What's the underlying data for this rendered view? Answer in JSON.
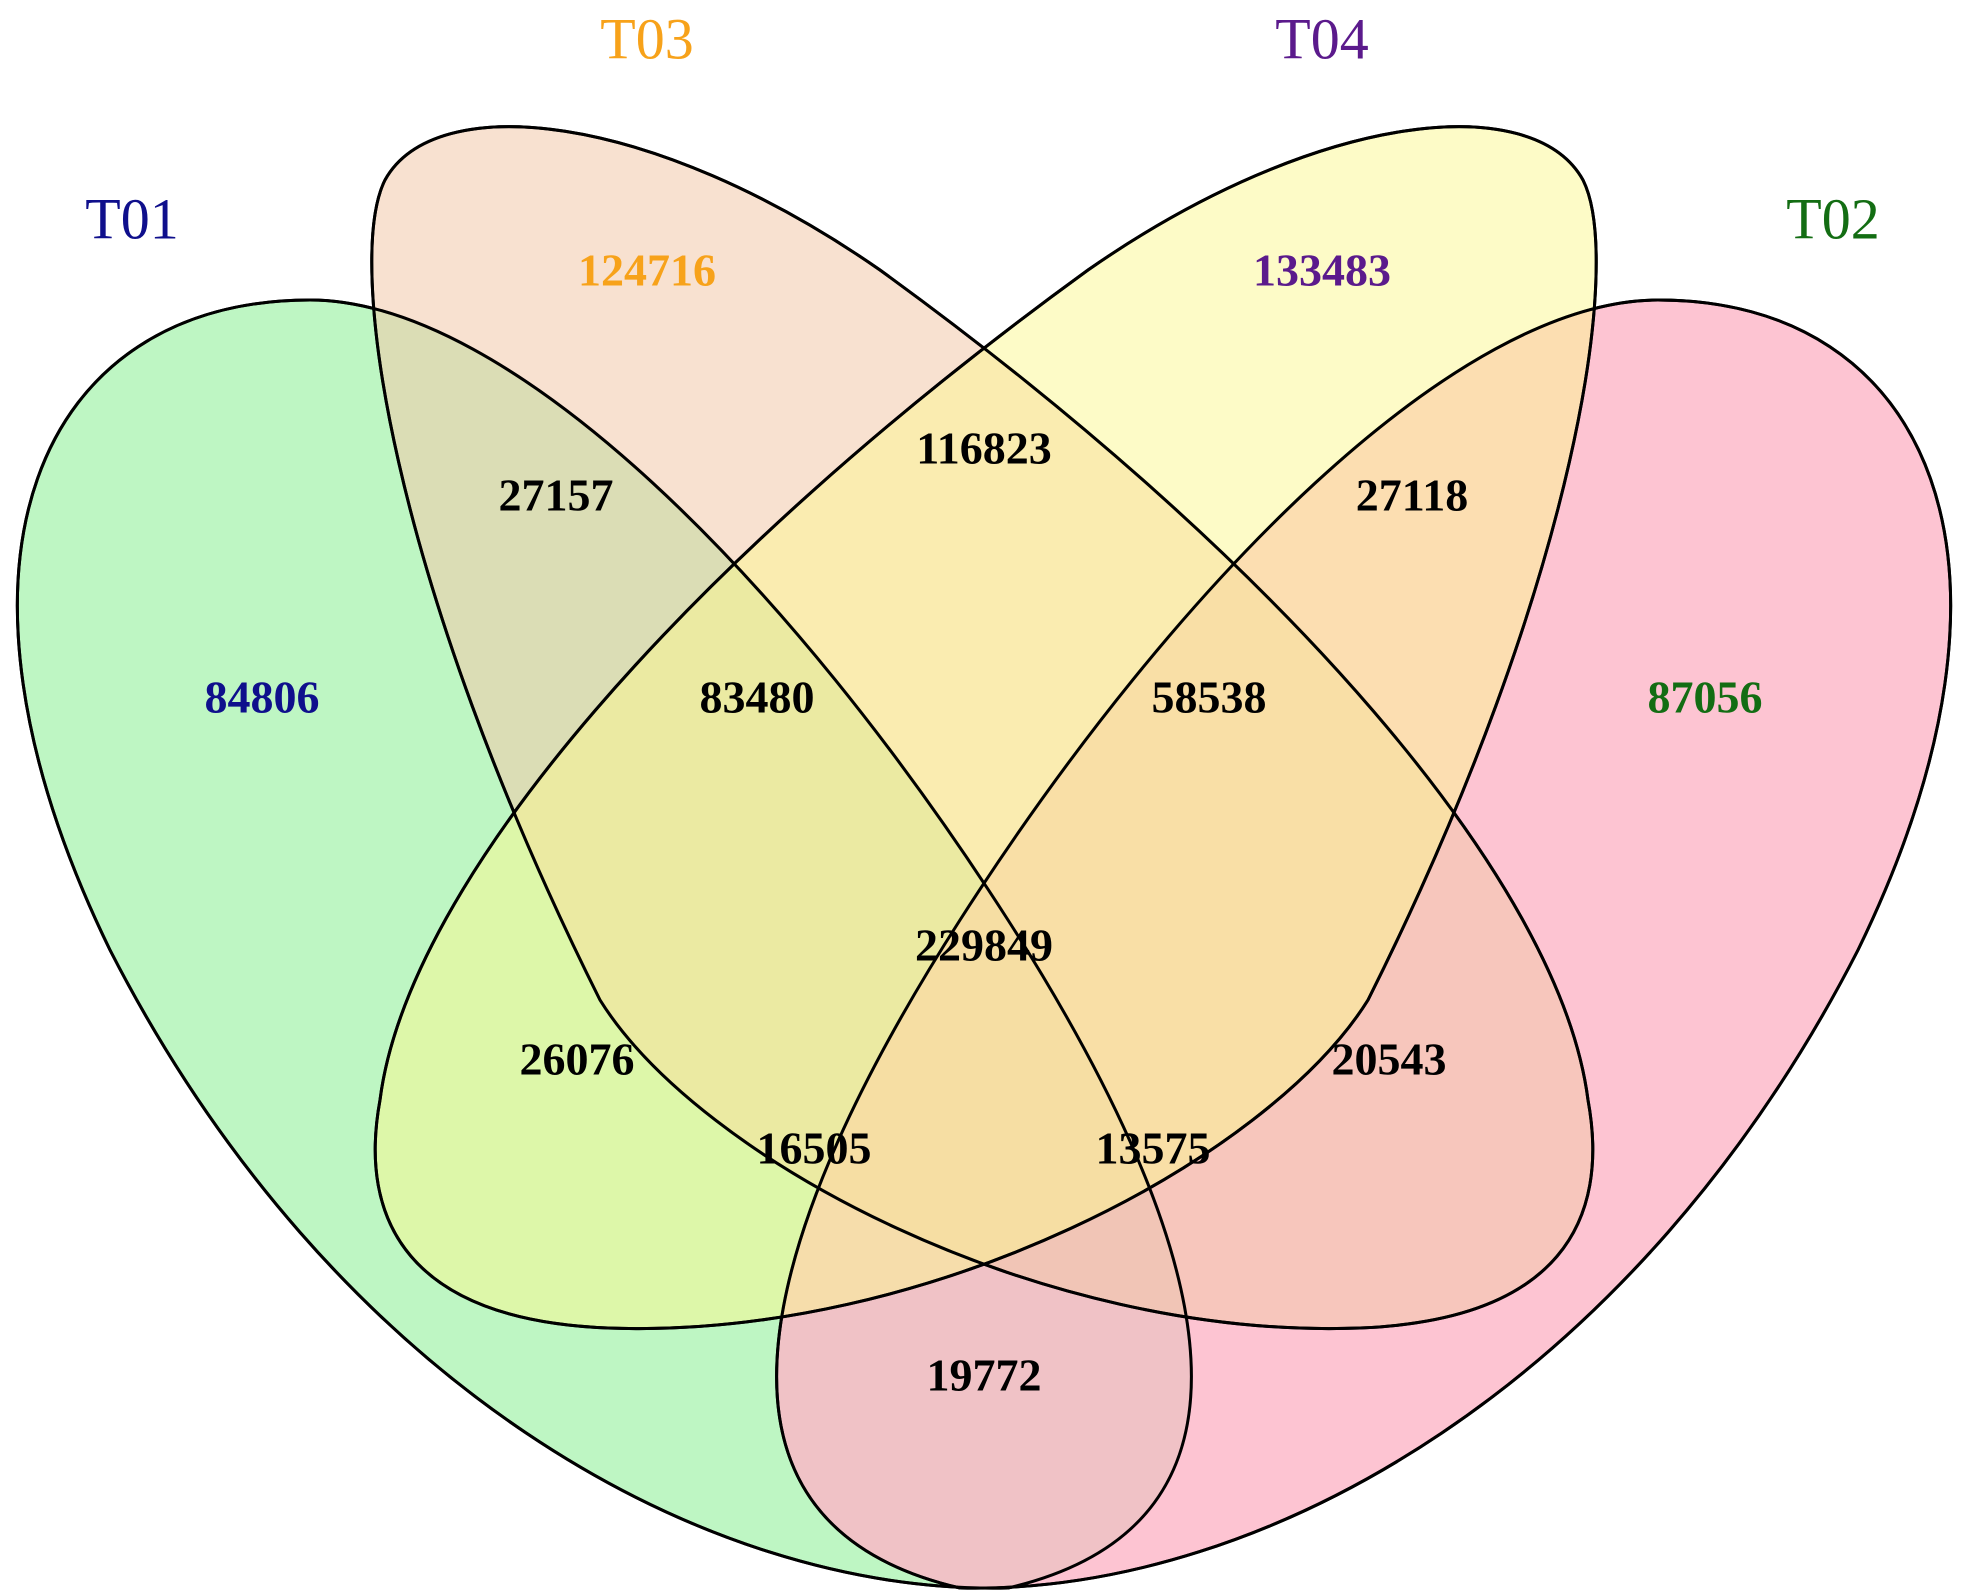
{
  "diagram": {
    "type": "venn",
    "sets": [
      {
        "id": "T01",
        "label": "T01",
        "label_color": "#0f0f8c",
        "fill": "#b3f5b8"
      },
      {
        "id": "T02",
        "label": "T02",
        "label_color": "#136d13",
        "fill": "#fdb5c7"
      },
      {
        "id": "T03",
        "label": "T03",
        "label_color": "#f7a21a",
        "fill": "#f3c9a9"
      },
      {
        "id": "T04",
        "label": "T04",
        "label_color": "#5b1a8c",
        "fill": "#fbf88f"
      }
    ],
    "regions": [
      {
        "sets": [
          "T03"
        ],
        "count": "124716",
        "color": "#f7a21a"
      },
      {
        "sets": [
          "T04"
        ],
        "count": "133483",
        "color": "#5b1a8c"
      },
      {
        "sets": [
          "T01"
        ],
        "count": "84806",
        "color": "#0f0f8c"
      },
      {
        "sets": [
          "T02"
        ],
        "count": "87056",
        "color": "#136d13"
      },
      {
        "sets": [
          "T03",
          "T04"
        ],
        "count": "116823",
        "color": "#000000"
      },
      {
        "sets": [
          "T01",
          "T03"
        ],
        "count": "27157",
        "color": "#000000"
      },
      {
        "sets": [
          "T02",
          "T04"
        ],
        "count": "27118",
        "color": "#000000"
      },
      {
        "sets": [
          "T01",
          "T03",
          "T04"
        ],
        "count": "83480",
        "color": "#000000"
      },
      {
        "sets": [
          "T02",
          "T03",
          "T04"
        ],
        "count": "58538",
        "color": "#000000"
      },
      {
        "sets": [
          "T01",
          "T02",
          "T03",
          "T04"
        ],
        "count": "229849",
        "color": "#000000"
      },
      {
        "sets": [
          "T01",
          "T04"
        ],
        "count": "26076",
        "color": "#000000"
      },
      {
        "sets": [
          "T02",
          "T03"
        ],
        "count": "20543",
        "color": "#000000"
      },
      {
        "sets": [
          "T01",
          "T02",
          "T04"
        ],
        "count": "16505",
        "color": "#000000"
      },
      {
        "sets": [
          "T01",
          "T02",
          "T03"
        ],
        "count": "13575",
        "color": "#000000"
      },
      {
        "sets": [
          "T01",
          "T02"
        ],
        "count": "19772",
        "color": "#000000"
      }
    ]
  }
}
